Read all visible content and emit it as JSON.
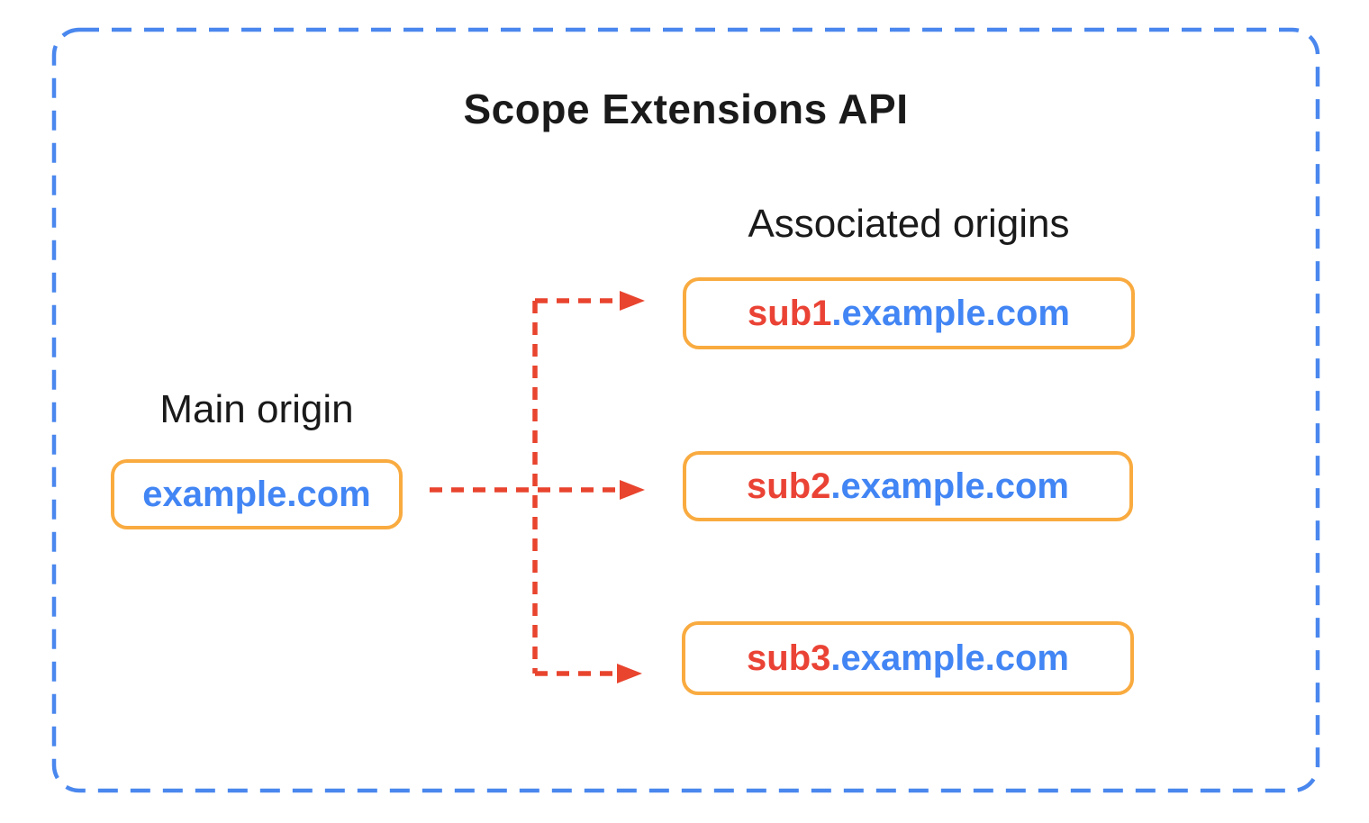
{
  "title": "Scope Extensions API",
  "main_origin": {
    "label": "Main origin",
    "domain": "example.com"
  },
  "associated_origins": {
    "label": "Associated origins",
    "items": [
      {
        "subdomain": "sub1",
        "suffix": ".example.com"
      },
      {
        "subdomain": "sub2",
        "suffix": ".example.com"
      },
      {
        "subdomain": "sub3",
        "suffix": ".example.com"
      }
    ]
  },
  "colors": {
    "boundary_blue": "#4A87EE",
    "box_border_orange": "#F9AB40",
    "arrow_red": "#E8442E",
    "domain_blue": "#4285F4",
    "subdomain_red": "#EA4335",
    "text_black": "#1A1A1A",
    "background": "#FFFFFF"
  }
}
